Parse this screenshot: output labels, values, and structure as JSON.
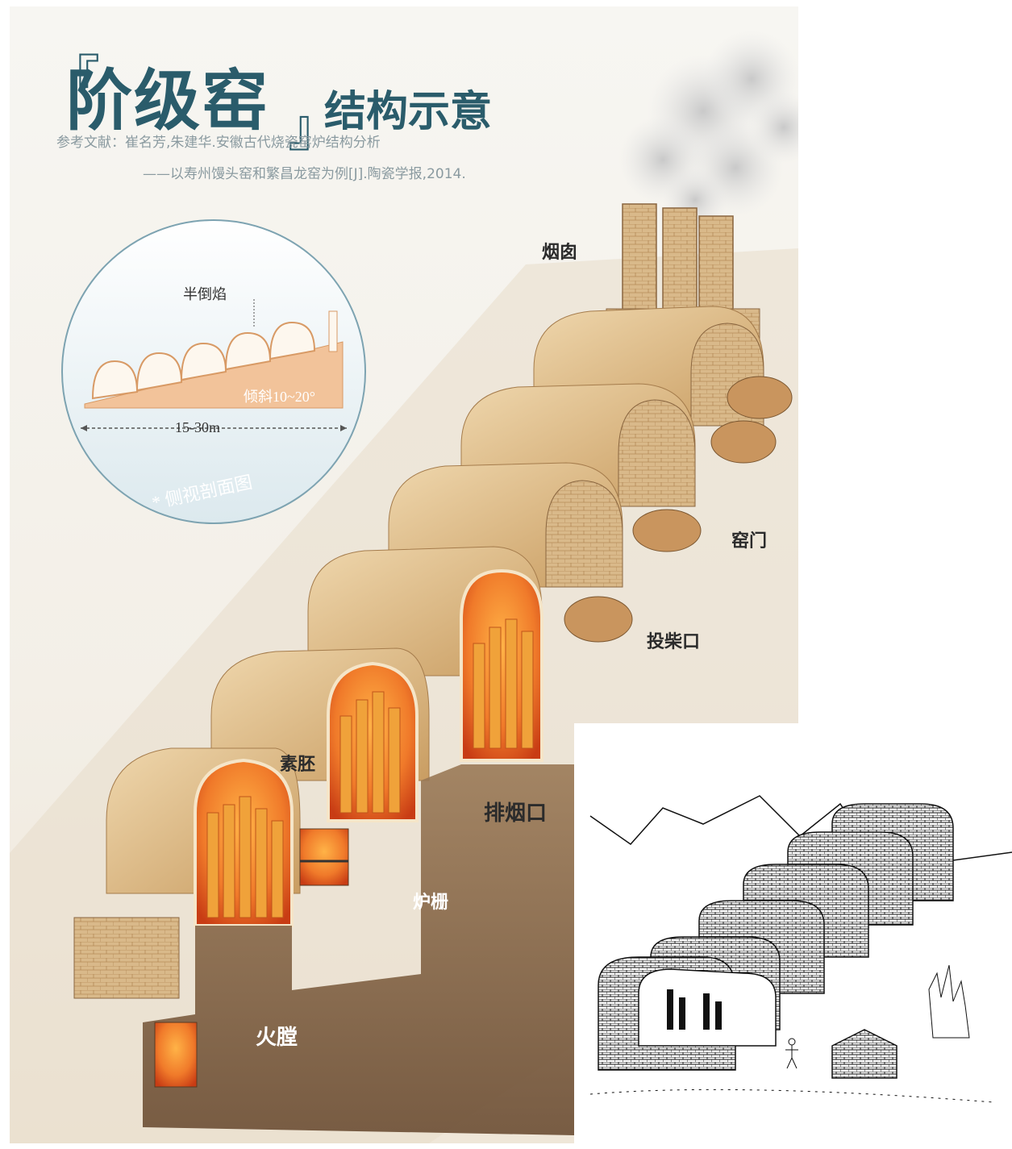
{
  "title": {
    "bracket_left": "『",
    "main": "阶级窑",
    "bracket_right": "』",
    "sub": "结构示意"
  },
  "reference": {
    "line1": "参考文献：崔名芳,朱建华.安徽古代烧瓷窑炉结构分析",
    "line2": "——以寿州馒头窑和繁昌龙窑为例[J].陶瓷学报,2014."
  },
  "inset": {
    "flame_label": "半倒焰",
    "slope_label": "倾斜10~20°",
    "length_label": "15-30m",
    "caption": "* 侧视剖面图"
  },
  "labels": {
    "chimney": "烟囱",
    "kiln_door": "窑门",
    "fuel_port": "投柴口",
    "green_ware": "素胚",
    "flue": "排烟口",
    "grate": "炉栅",
    "firebox": "火膛"
  },
  "colors": {
    "title": "#2a5c6b",
    "kiln_shell": "#e2c08e",
    "fire": "#e8601c",
    "inset_fill": "#f2c39a"
  }
}
